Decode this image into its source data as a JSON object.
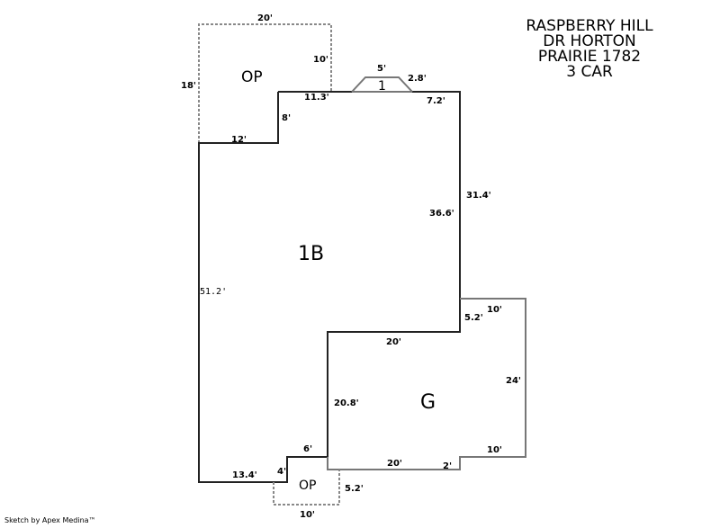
{
  "title": {
    "lines": [
      "RASPBERRY HILL",
      "DR HORTON",
      "PRAIRIE 1782",
      "3 CAR"
    ]
  },
  "footer": "Sketch by Apex Medina™",
  "areas": {
    "op_top": "OP",
    "main": "1B",
    "garage": "G",
    "op_bottom": "OP",
    "bay": "1"
  },
  "dimensions": {
    "op_top_width": "20'",
    "op_top_depth": "18'",
    "op_top_right": "10'",
    "op_top_left_step": "12'",
    "main_step": "8'",
    "main_top_left": "11.3'",
    "bay_top": "5'",
    "bay_side": "2.8'",
    "main_top_right": "7.2'",
    "main_right_outer": "31.4'",
    "main_right_inner": "36.6'",
    "main_left": "51.2'",
    "garage_jog": "5.2'",
    "garage_top_right": "10'",
    "garage_top": "20'",
    "garage_left": "20.8'",
    "garage_right": "24'",
    "garage_bottom_right": "10'",
    "garage_bottom": "20'",
    "garage_bottom_step": "2'",
    "main_bottom": "13.4'",
    "bottom_step_vert": "4'",
    "bottom_step_horiz": "6'",
    "op_bottom_side": "5.2'",
    "op_bottom_width": "10'"
  },
  "colors": {
    "main_line": "#222222",
    "garage_line": "#777777",
    "porch_line": "#888888"
  }
}
